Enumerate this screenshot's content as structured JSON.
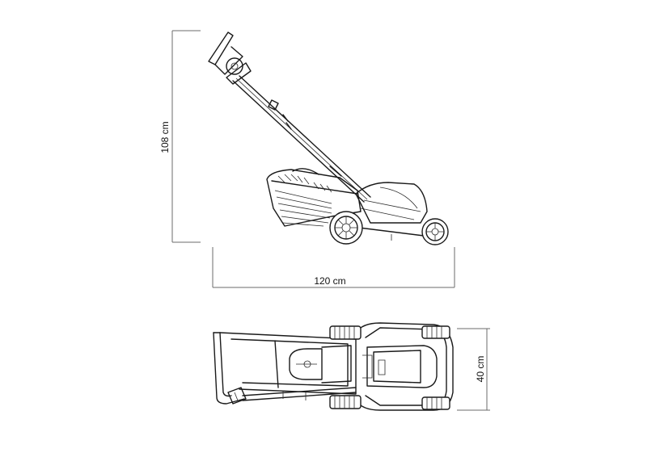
{
  "dimensions": {
    "height_label": "108 cm",
    "length_label": "120 cm",
    "width_label": "40 cm"
  },
  "views": [
    "side-view",
    "top-view"
  ],
  "colors": {
    "line": "#1a1a1a",
    "dimension_line": "#6b6b6b",
    "background": "#ffffff"
  }
}
